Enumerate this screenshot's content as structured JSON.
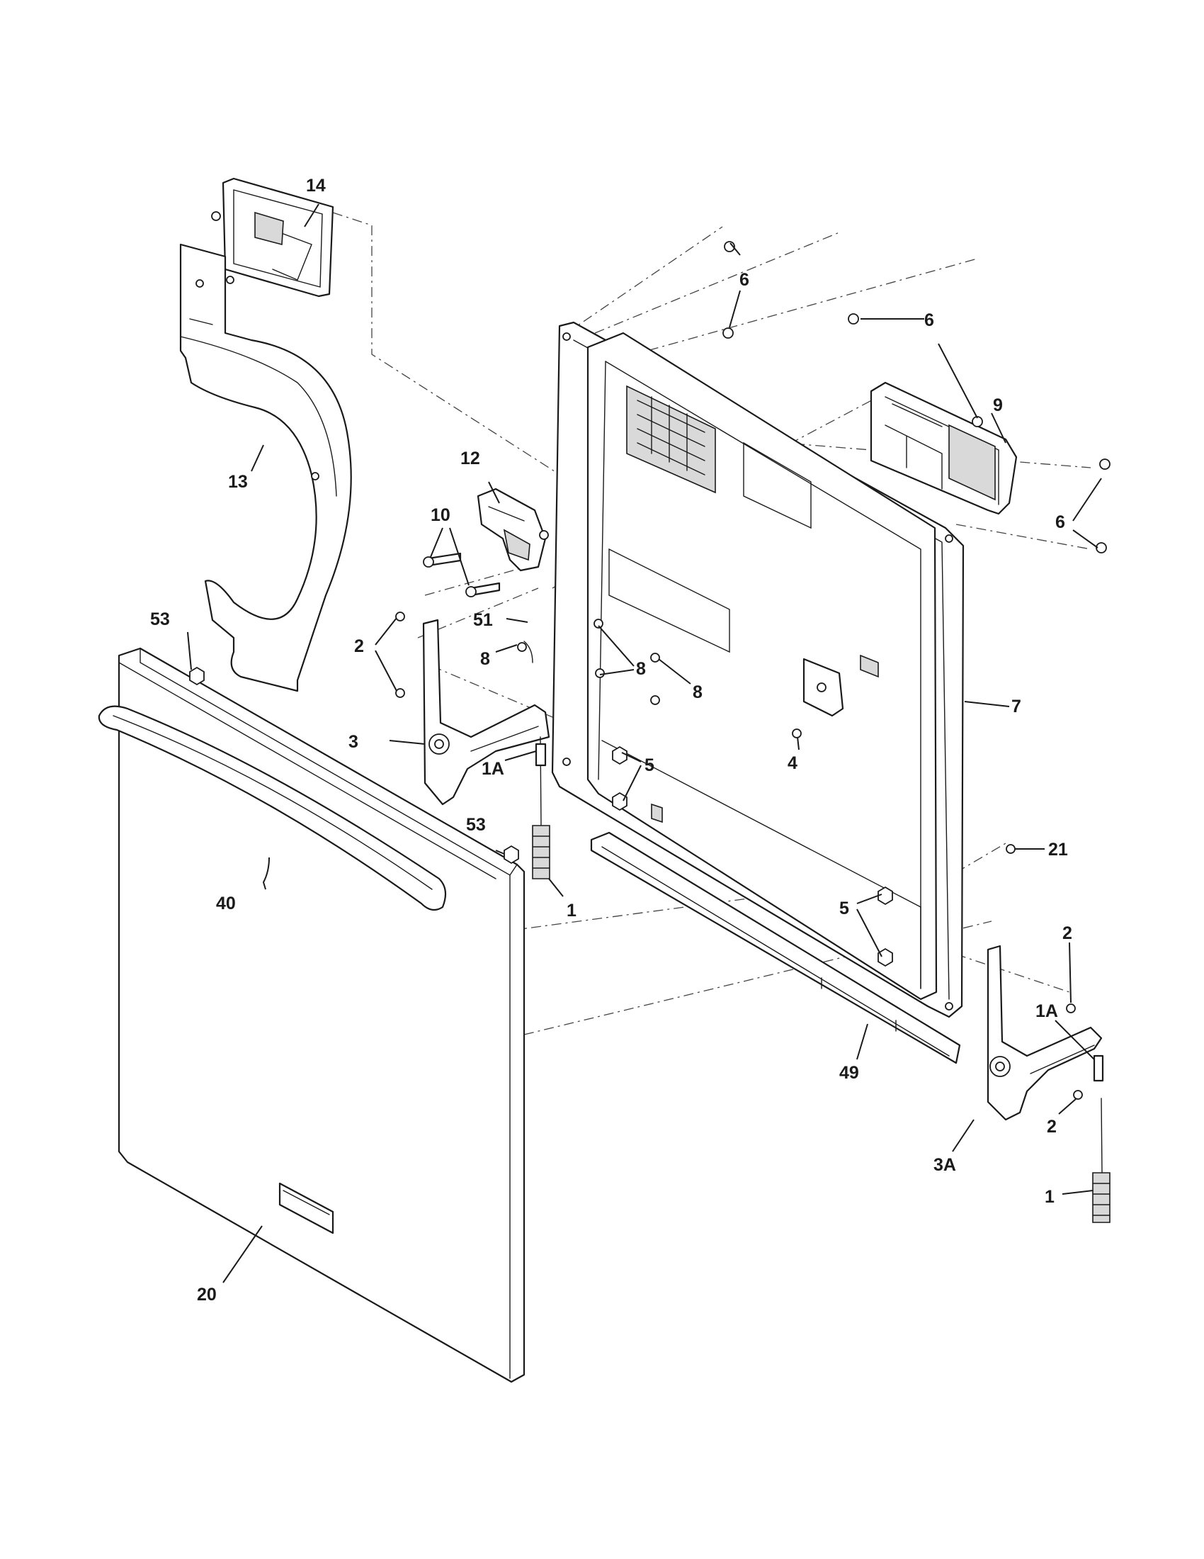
{
  "diagram": {
    "callouts": [
      {
        "id": "c14",
        "label": "14"
      },
      {
        "id": "c13",
        "label": "13"
      },
      {
        "id": "c12",
        "label": "12"
      },
      {
        "id": "c10",
        "label": "10"
      },
      {
        "id": "c53a",
        "label": "53"
      },
      {
        "id": "c2a",
        "label": "2"
      },
      {
        "id": "c51",
        "label": "51"
      },
      {
        "id": "c8a",
        "label": "8"
      },
      {
        "id": "c8b",
        "label": "8"
      },
      {
        "id": "c8c",
        "label": "8"
      },
      {
        "id": "c3",
        "label": "3"
      },
      {
        "id": "c1Aa",
        "label": "1A"
      },
      {
        "id": "c5a",
        "label": "5"
      },
      {
        "id": "c53b",
        "label": "53"
      },
      {
        "id": "c40",
        "label": "40"
      },
      {
        "id": "c1a",
        "label": "1"
      },
      {
        "id": "c6a",
        "label": "6"
      },
      {
        "id": "c6b",
        "label": "6"
      },
      {
        "id": "c9",
        "label": "9"
      },
      {
        "id": "c6c",
        "label": "6"
      },
      {
        "id": "c7",
        "label": "7"
      },
      {
        "id": "c4",
        "label": "4"
      },
      {
        "id": "c21",
        "label": "21"
      },
      {
        "id": "c5b",
        "label": "5"
      },
      {
        "id": "c2b",
        "label": "2"
      },
      {
        "id": "c1Ab",
        "label": "1A"
      },
      {
        "id": "c49",
        "label": "49"
      },
      {
        "id": "c2c",
        "label": "2"
      },
      {
        "id": "c3A",
        "label": "3A"
      },
      {
        "id": "c1b",
        "label": "1"
      },
      {
        "id": "c20",
        "label": "20"
      }
    ]
  }
}
